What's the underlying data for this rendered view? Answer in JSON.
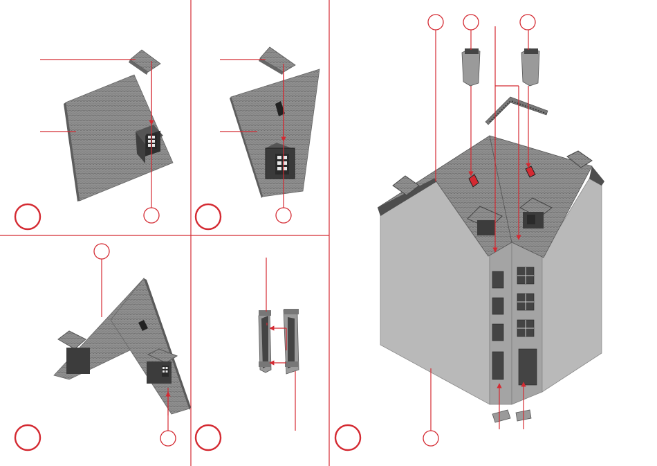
{
  "title": "",
  "colors": {
    "accent": "#d42a32",
    "roof": "#8e8e8e",
    "wall": "#b9b9b9",
    "background": "#ffffff"
  },
  "steps": [
    {
      "id": "panel-1",
      "number": ""
    },
    {
      "id": "panel-2",
      "number": ""
    },
    {
      "id": "panel-3",
      "number": ""
    },
    {
      "id": "panel-4",
      "number": ""
    },
    {
      "id": "panel-5",
      "number": ""
    }
  ]
}
